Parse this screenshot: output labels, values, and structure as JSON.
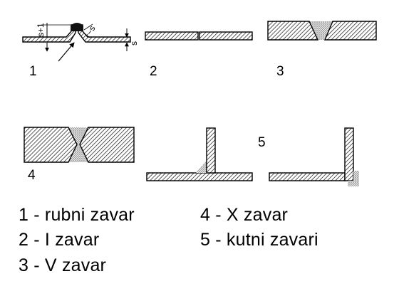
{
  "figure_numbers": {
    "n1": "1",
    "n2": "2",
    "n3": "3",
    "n4": "4",
    "n5": "5"
  },
  "dimensions": {
    "upper": "s+1",
    "radius": "r~s",
    "thickness": "s"
  },
  "legend": {
    "item1": "1 - rubni zavar",
    "item2": "2 - I zavar",
    "item3": "3 - V zavar",
    "item4": "4 - X zavar",
    "item5": "5 - kutni zavari"
  }
}
